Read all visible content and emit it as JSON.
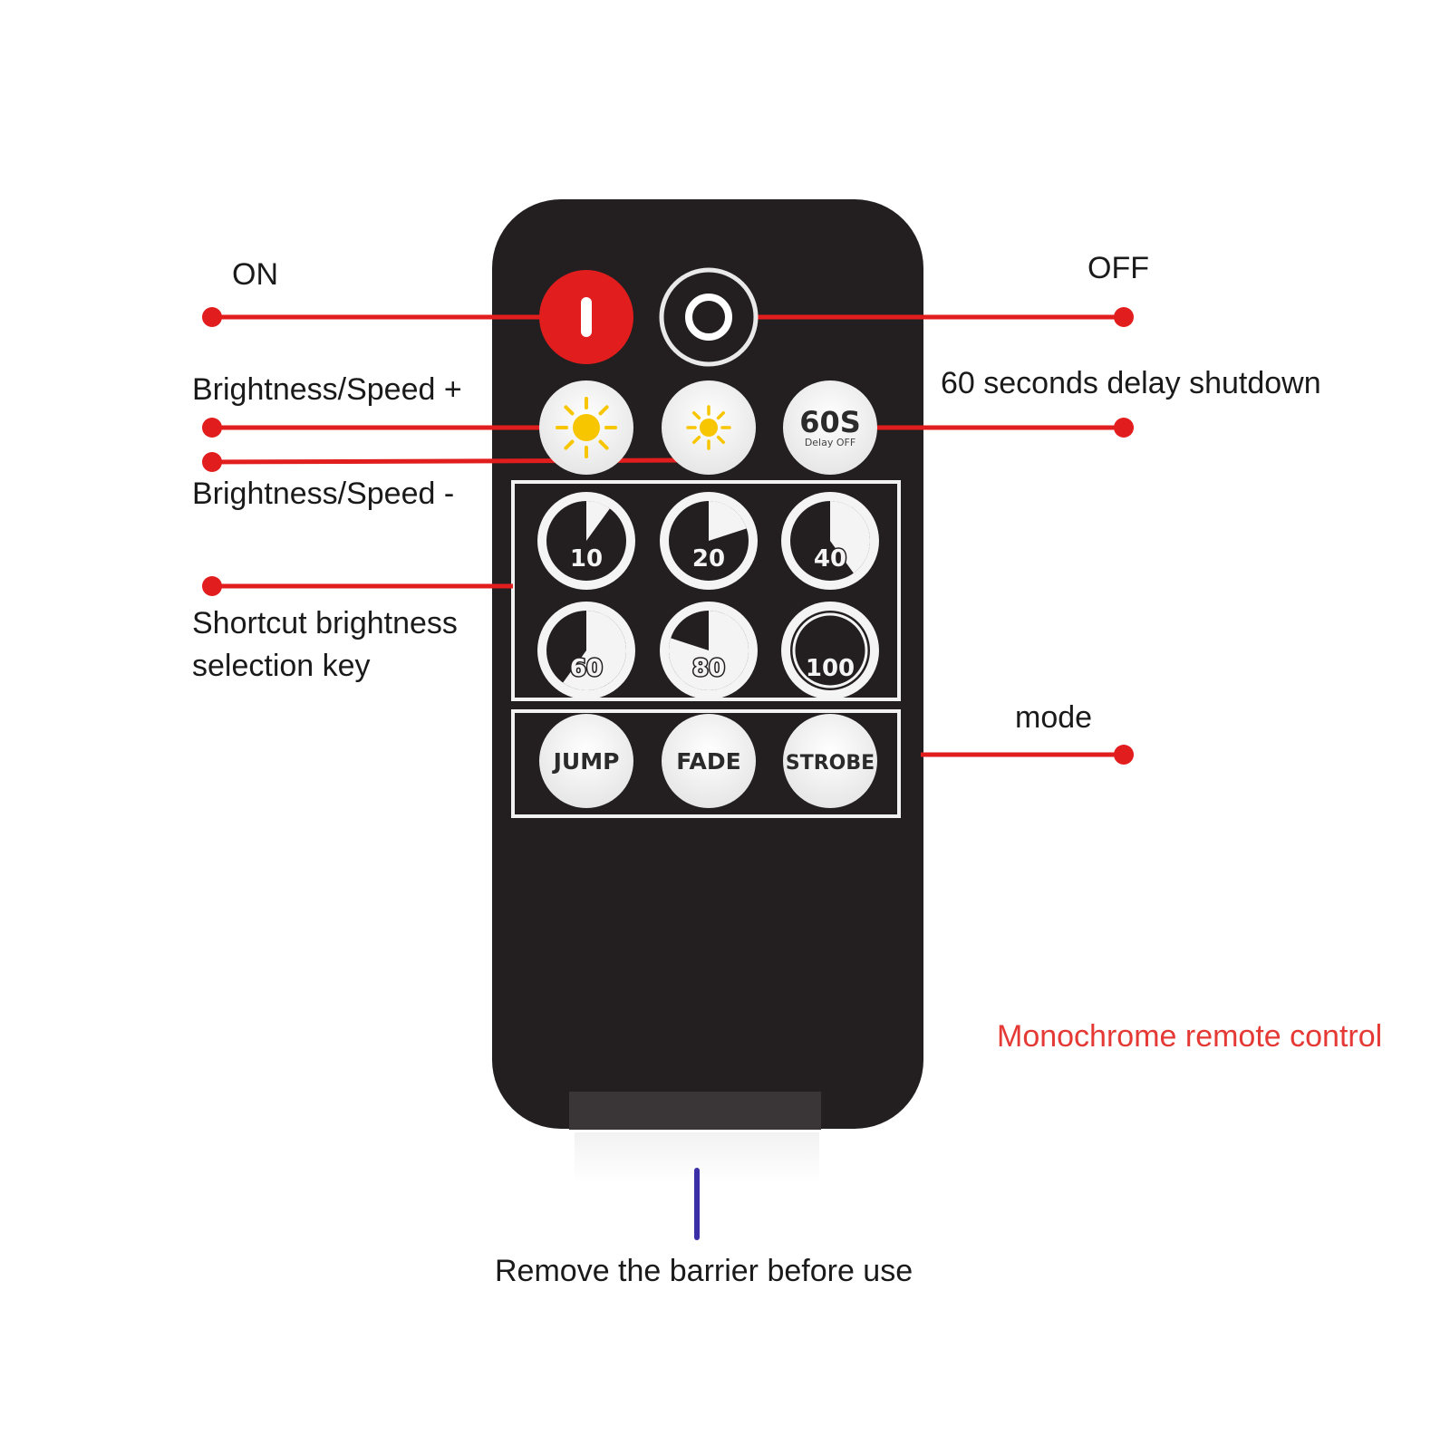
{
  "labels": {
    "on": "ON",
    "off": "OFF",
    "brightness_plus": "Brightness/Speed +",
    "brightness_minus": "Brightness/Speed -",
    "delay": "60 seconds delay shutdown",
    "shortcut_line1": "Shortcut brightness",
    "shortcut_line2": "selection key",
    "mode": "mode",
    "product": "Monochrome remote control",
    "barrier": "Remove the barrier before use"
  },
  "remote": {
    "delay_button": {
      "main": "60S",
      "sub": "Delay OFF"
    },
    "brightness_keys": [
      {
        "label": "10",
        "level_percent": 10
      },
      {
        "label": "20",
        "level_percent": 20
      },
      {
        "label": "40",
        "level_percent": 40
      },
      {
        "label": "60",
        "level_percent": 60
      },
      {
        "label": "80",
        "level_percent": 80
      },
      {
        "label": "100",
        "level_percent": 100
      }
    ],
    "mode_keys": [
      "JUMP",
      "FADE",
      "STROBE"
    ]
  },
  "colors": {
    "body": "#231f20",
    "accent": "#e53935",
    "pointer": "#e21d1d",
    "barrier_line": "#3b2fa8",
    "sun": "#f7c600"
  }
}
